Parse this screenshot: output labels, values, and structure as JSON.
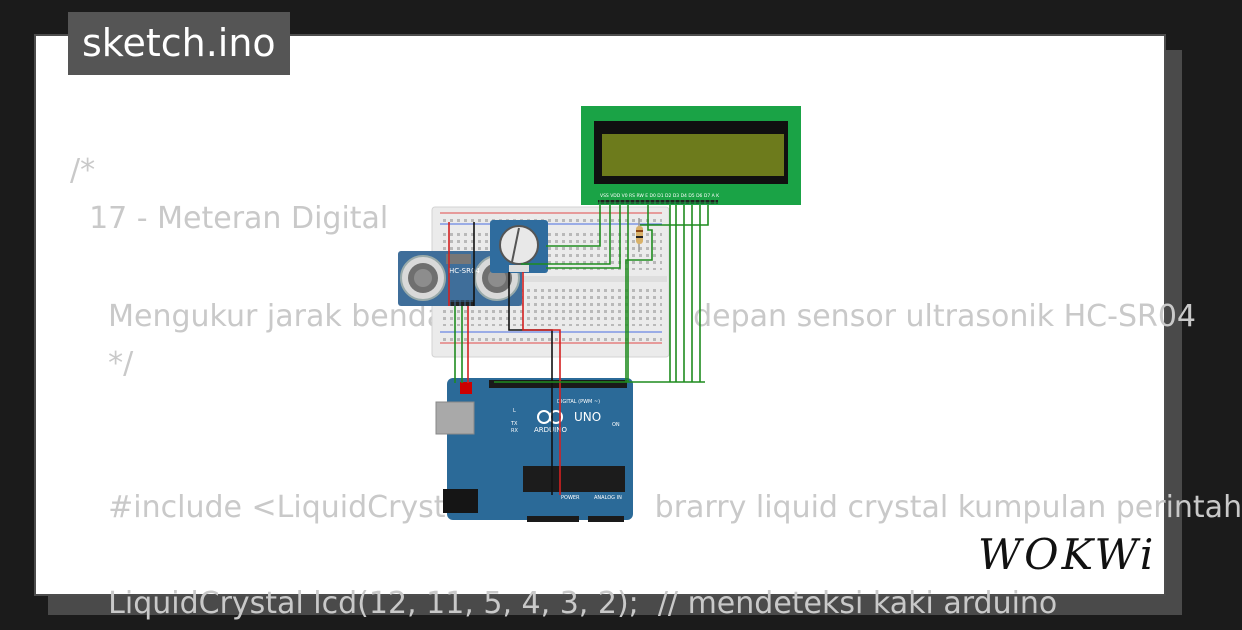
{
  "title": "sketch.ino",
  "code_lines": [
    "/*",
    "  17 - Meteran Digital",
    "",
    "    Mengukur jarak benda                          depan sensor ultrasonik HC-SR04",
    "    */",
    "",
    "",
    "",
    "    #include <LiquidCrysta                    brarry liquid crystal kumpulan perintah",
    "",
    "    LiquidCrystal lcd(12, 11, 5, 4, 3, 2);  // mendeteksi kaki arduino"
  ],
  "components": {
    "lcd": "LCD 16x2",
    "lcd_pins": "VSS VDD V0 RS RW E D0 D1 D2 D3 D4 D5 D6 D7 A K",
    "sensor_label": "HC-SR04",
    "arduino_brand": "UNO",
    "arduino_sub": "ARDUINO",
    "digital_label": "DIGITAL (PWM ~)",
    "power_label": "POWER",
    "analog_label": "ANALOG IN",
    "on_label": "ON",
    "tx_label": "TX",
    "rx_label": "RX",
    "l_label": "L"
  },
  "brand": "WOKWi",
  "colors": {
    "board": "#2b6a98",
    "lcd": "#1aa346",
    "lcd_screen": "#6d7b1c",
    "wire_green": "#1f8c1f",
    "wire_red": "#d42020"
  }
}
